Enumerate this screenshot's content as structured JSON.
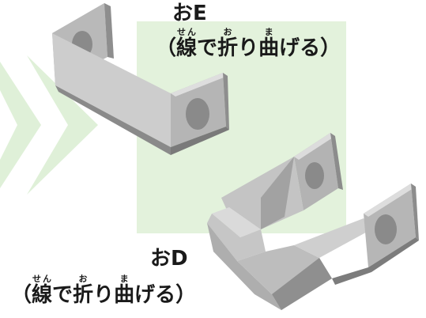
{
  "colors": {
    "background": "#ffffff",
    "highlight_square": "#e3f2dc",
    "arrow": "#dff0d8",
    "part_light": "#c8c8c8",
    "part_mid": "#a8a8a8",
    "part_dark": "#6e6e6e",
    "hole": "#8a8a8a",
    "text": "#1a1a1a"
  },
  "icons": {
    "arrow": "double-chevron-right",
    "part_e": "flat-bent-bracket",
    "part_d": "twisted-bent-bracket"
  },
  "part_e": {
    "name": "おE",
    "caption": {
      "open_paren": "（",
      "kanji_1": "線",
      "furigana_1": "せん",
      "kana_1": "で",
      "kanji_2": "折",
      "furigana_2": "お",
      "kana_2": "り",
      "kanji_3": "曲",
      "furigana_3": "ま",
      "kana_3": "げる",
      "close_paren": "）"
    }
  },
  "part_d": {
    "name": "おD",
    "caption": {
      "open_paren": "（",
      "kanji_1": "線",
      "furigana_1": "せん",
      "kana_1": "で",
      "kanji_2": "折",
      "furigana_2": "お",
      "kana_2": "り",
      "kanji_3": "曲",
      "furigana_3": "ま",
      "kana_3": "げる",
      "close_paren": "）"
    }
  }
}
